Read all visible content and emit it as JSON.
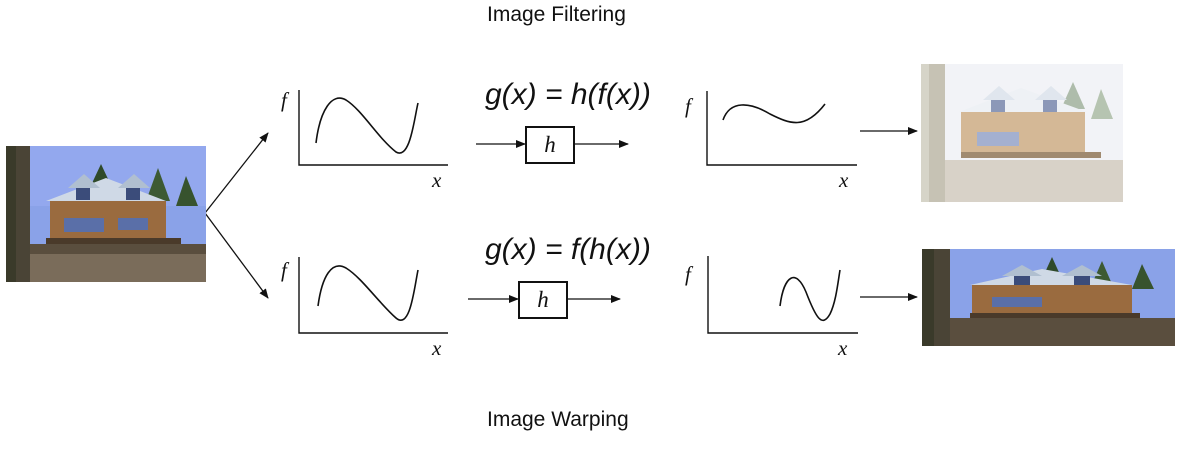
{
  "titles": {
    "top": "Image Filtering",
    "bottom": "Image Warping"
  },
  "equations": {
    "filtering": "g(x) = h(f(x))",
    "warping": "g(x) = f(h(x))"
  },
  "labels": {
    "f": "f",
    "x": "x",
    "h": "h"
  },
  "colors": {
    "sky": "#8aa2e8",
    "roof": "#cfd9e6",
    "wall": "#9a6b3f",
    "ground": "#5a4e3e",
    "tree": "#3d5a33"
  }
}
